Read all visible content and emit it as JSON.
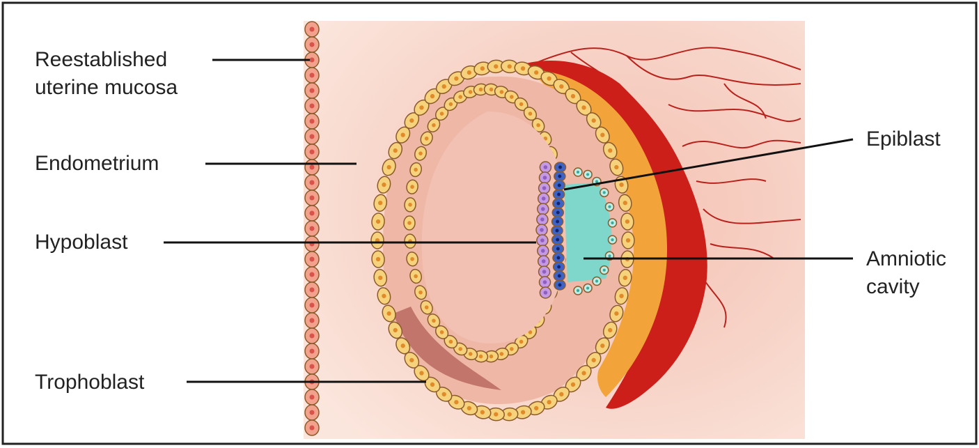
{
  "labels": {
    "reestablished_line1": "Reestablished",
    "reestablished_line2": "uterine mucosa",
    "endometrium": "Endometrium",
    "hypoblast": "Hypoblast",
    "trophoblast": "Trophoblast",
    "epiblast": "Epiblast",
    "amniotic_line1": "Amniotic",
    "amniotic_line2": "cavity"
  },
  "colors": {
    "background_tissue": "#f6cdbf",
    "mucosa_cells": "#f2a28c",
    "trophoblast_cells": "#f6d27c",
    "orange_layer": "#f2a43a",
    "blood_vessel": "#cc1f1a",
    "hypoblast": "#c59ae3",
    "epiblast": "#3e63c6",
    "amniotic_cavity": "#7fd6cb"
  }
}
